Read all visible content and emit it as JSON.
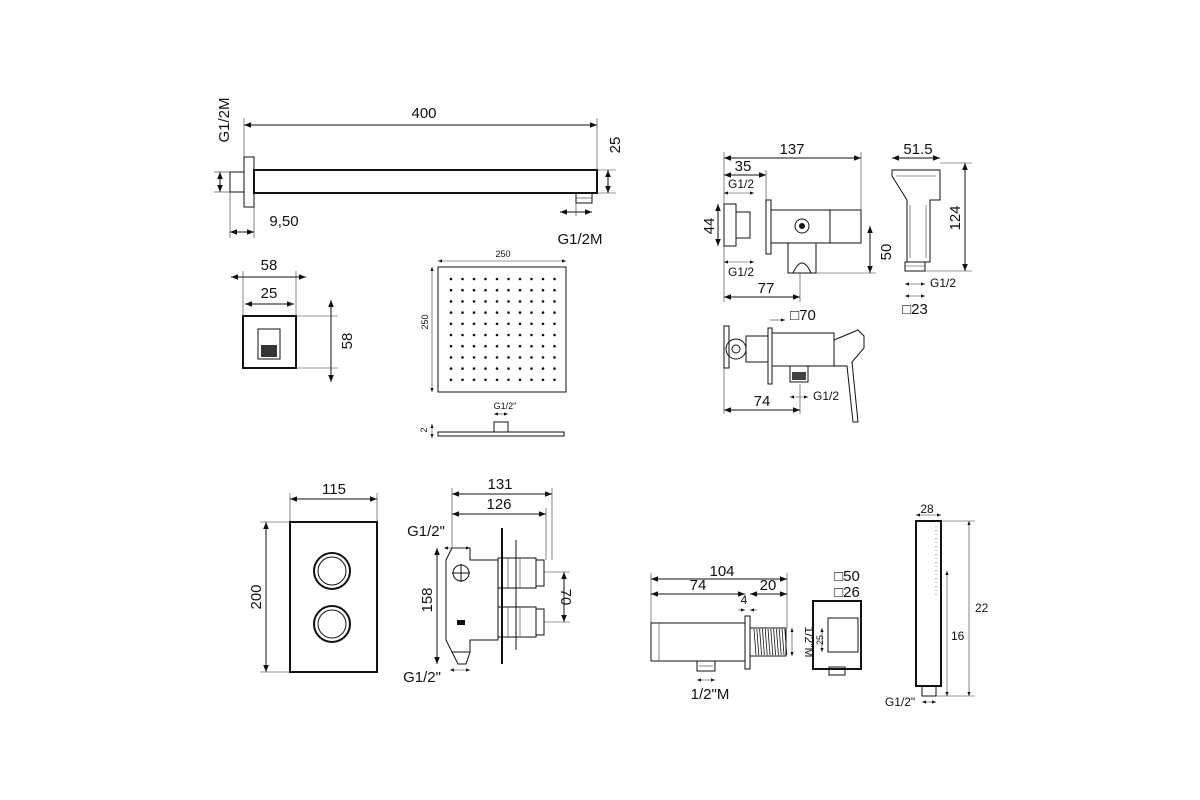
{
  "shower_arm": {
    "length": "400",
    "thread_top": "G1/2M",
    "height": "25",
    "offset": "9,50",
    "thread_bottom": "G1/2M"
  },
  "wall_flange": {
    "width": "58",
    "inner": "25",
    "height": "58"
  },
  "shower_head": {
    "width": "250",
    "height": "250",
    "thread": "G1/2\"",
    "thickness": "2"
  },
  "bidet_valve": {
    "length": "137",
    "inlet_offset": "35",
    "thread_top": "G1/2",
    "height": "44",
    "thread_bottom": "G1/2",
    "projection": "77",
    "holder_height": "50"
  },
  "hand_spray": {
    "width": "51.5",
    "height": "124",
    "thread": "G1/2",
    "square": "□23"
  },
  "mixer_valve": {
    "plate": "□70",
    "projection": "74",
    "thread": "G1/2"
  },
  "thermostatic_plate": {
    "width": "115",
    "height": "200"
  },
  "concealed_body": {
    "depth_outer": "131",
    "depth_inner": "126",
    "thread_top": "G1/2\"",
    "height": "158",
    "spacing": "70",
    "thread_bottom": "G1/2\""
  },
  "wall_outlet": {
    "length": "104",
    "body": "74",
    "nut": "20",
    "plate": "4",
    "thread_side": "1/2\"M",
    "thread_bottom": "1/2\"M",
    "square_outer": "□50",
    "square_inner": "□26",
    "square_height": "25"
  },
  "hand_shower": {
    "width": "28",
    "length": "22",
    "head": "16",
    "thread": "G1/2\""
  }
}
